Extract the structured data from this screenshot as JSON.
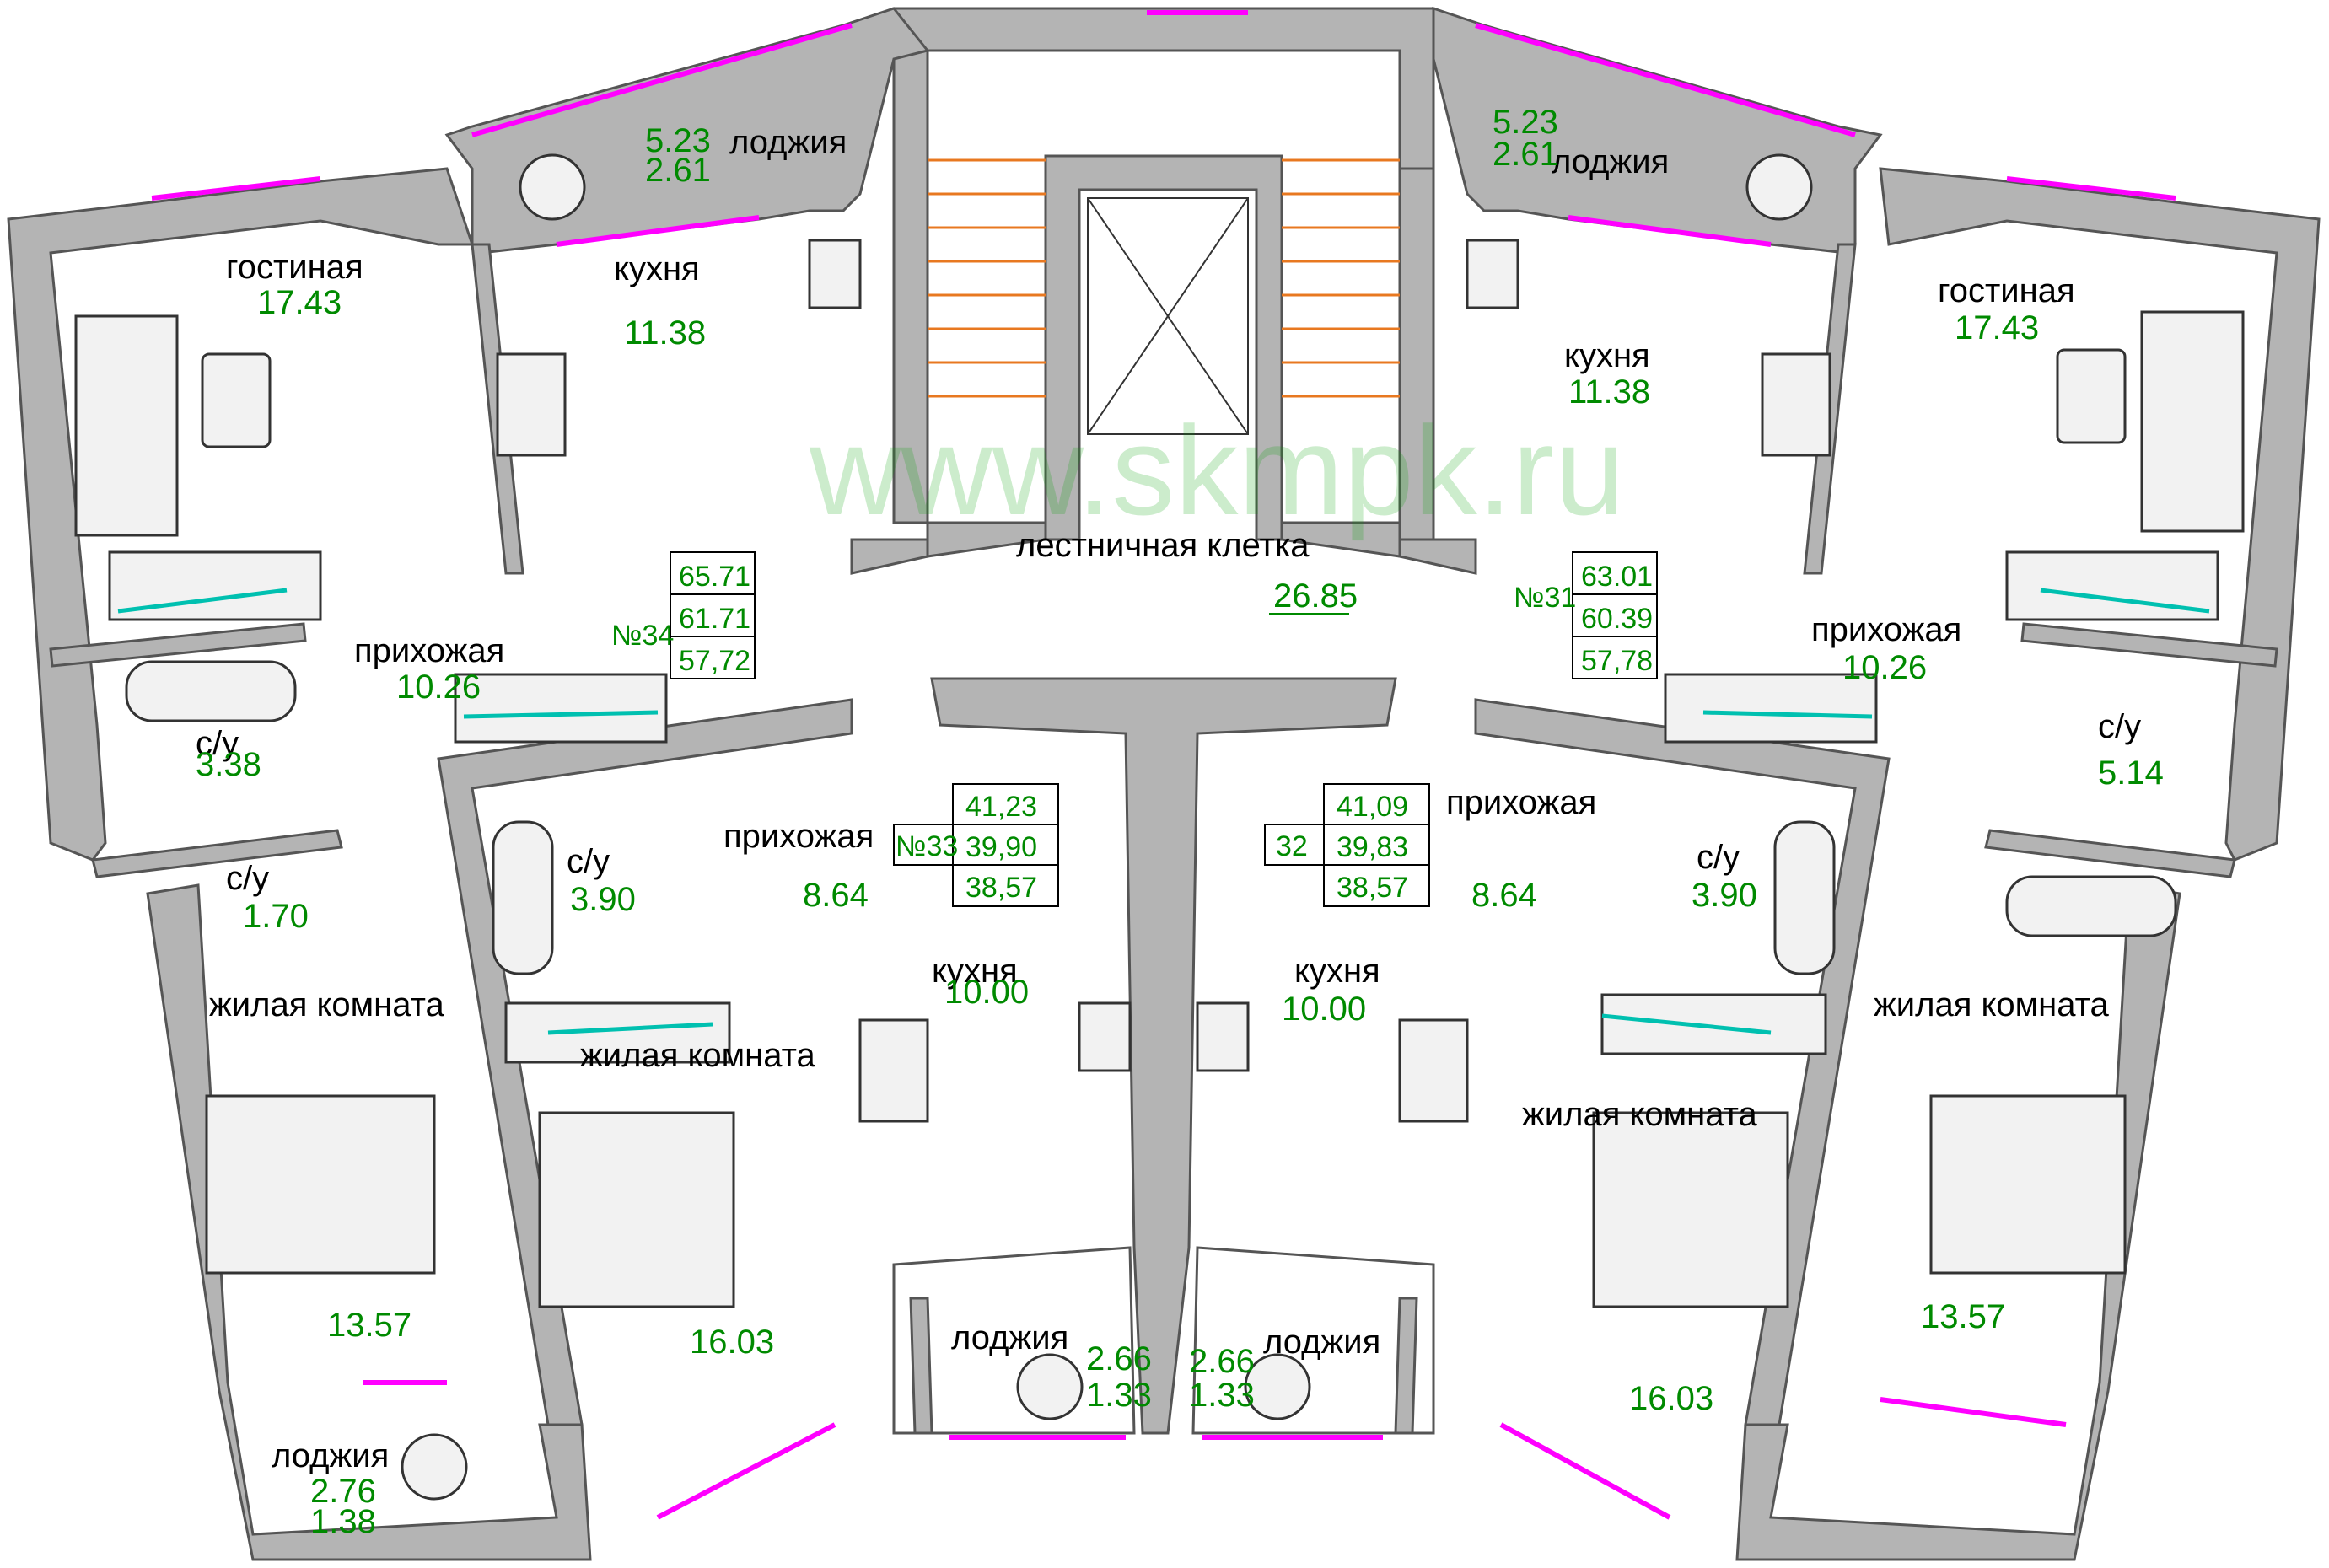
{
  "watermark": "www.skmpk.ru",
  "stair": {
    "label": "лестничная клетка",
    "area": "26.85"
  },
  "apartments": [
    {
      "no": "№34",
      "areas": [
        "65.71",
        "61.71",
        "57,72"
      ]
    },
    {
      "no": "№31",
      "areas": [
        "63.01",
        "60.39",
        "57,78"
      ]
    },
    {
      "no": "№33",
      "areas": [
        "41,23",
        "39,90",
        "38,57"
      ]
    },
    {
      "no": "32",
      "areas": [
        "41,09",
        "39,83",
        "38,57"
      ]
    }
  ],
  "rooms": [
    {
      "label": "лоджия",
      "area": "5.23",
      "area2": "2.61"
    },
    {
      "label": "лоджия",
      "area": "5.23",
      "area2": "2.61"
    },
    {
      "label": "гостиная",
      "area": "17.43"
    },
    {
      "label": "гостиная",
      "area": "17.43"
    },
    {
      "label": "кухня",
      "area": "11.38"
    },
    {
      "label": "кухня",
      "area": "11.38"
    },
    {
      "label": "прихожая",
      "area": "10.26"
    },
    {
      "label": "прихожая",
      "area": "10.26"
    },
    {
      "label": "с/у",
      "area": "3.38"
    },
    {
      "label": "с/у",
      "area": "5.14"
    },
    {
      "label": "с/у",
      "area": "1.70"
    },
    {
      "label": "с/у",
      "area": "3.90"
    },
    {
      "label": "с/у",
      "area": "3.90"
    },
    {
      "label": "прихожая",
      "area": "8.64"
    },
    {
      "label": "прихожая",
      "area": "8.64"
    },
    {
      "label": "кухня",
      "area": "10.00"
    },
    {
      "label": "кухня",
      "area": "10.00"
    },
    {
      "label": "жилая комната",
      "area": "13.57"
    },
    {
      "label": "жилая комната",
      "area": "16.03"
    },
    {
      "label": "жилая комната",
      "area": "16.03"
    },
    {
      "label": "жилая комната",
      "area": "13.57"
    },
    {
      "label": "лоджия",
      "area": "2.66",
      "area2": "1.33"
    },
    {
      "label": "лоджия",
      "area": "2.66",
      "area2": "1.33"
    },
    {
      "label": "лоджия",
      "area": "2.76",
      "area2": "1.38"
    }
  ]
}
